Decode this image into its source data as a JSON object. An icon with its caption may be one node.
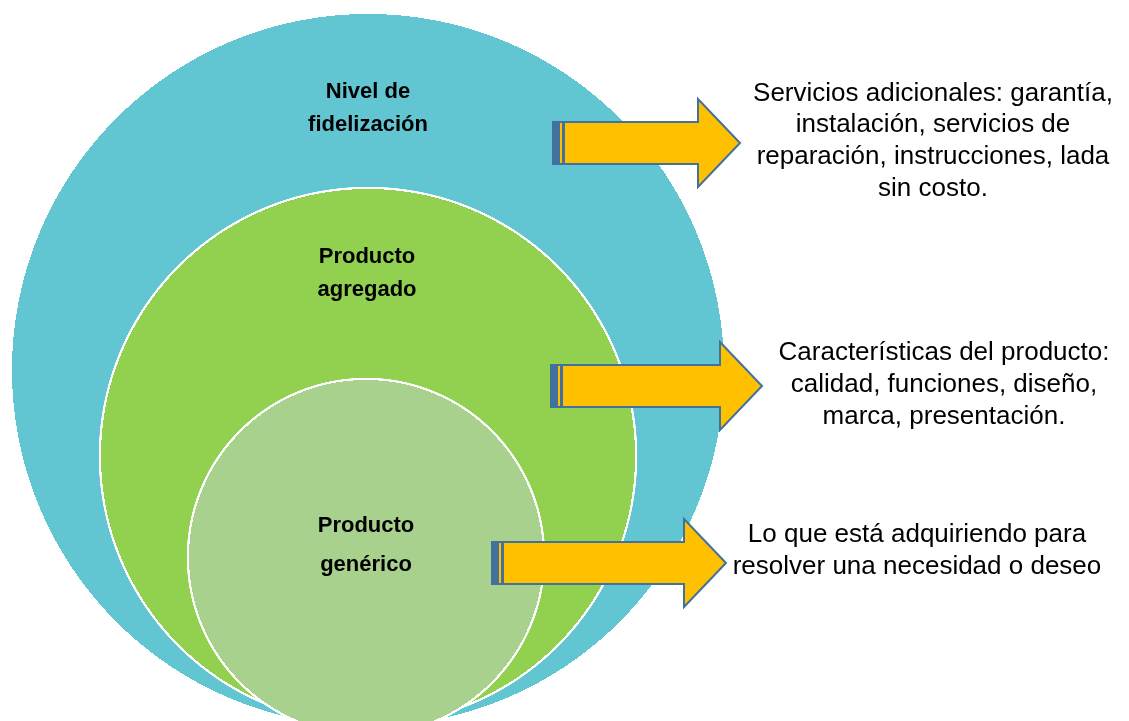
{
  "diagram": {
    "nodes": [
      {
        "text": [
          "Nivel de fidelización"
        ]
      },
      {
        "text": [
          "Producto agregado"
        ],
        "in": 0
      },
      {
        "text": [
          "Producto genérico"
        ],
        "in": 1
      },
      {
        "text": [
          "Servicios adicionales: garantía, instalación, servicios de reparación, instrucciones, lada sin costo."
        ]
      },
      {
        "text": [
          "Características del producto: calidad, funciones, diseño, marca, presentación."
        ]
      },
      {
        "text": [
          "Lo que está adquiriendo para resolver una necesidad o deseo"
        ]
      }
    ],
    "edges": [
      {
        "from": 0,
        "to": 3,
        "arrow": "to"
      },
      {
        "from": 1,
        "to": 4,
        "arrow": "to"
      },
      {
        "from": 2,
        "to": 5,
        "arrow": "to"
      }
    ]
  }
}
